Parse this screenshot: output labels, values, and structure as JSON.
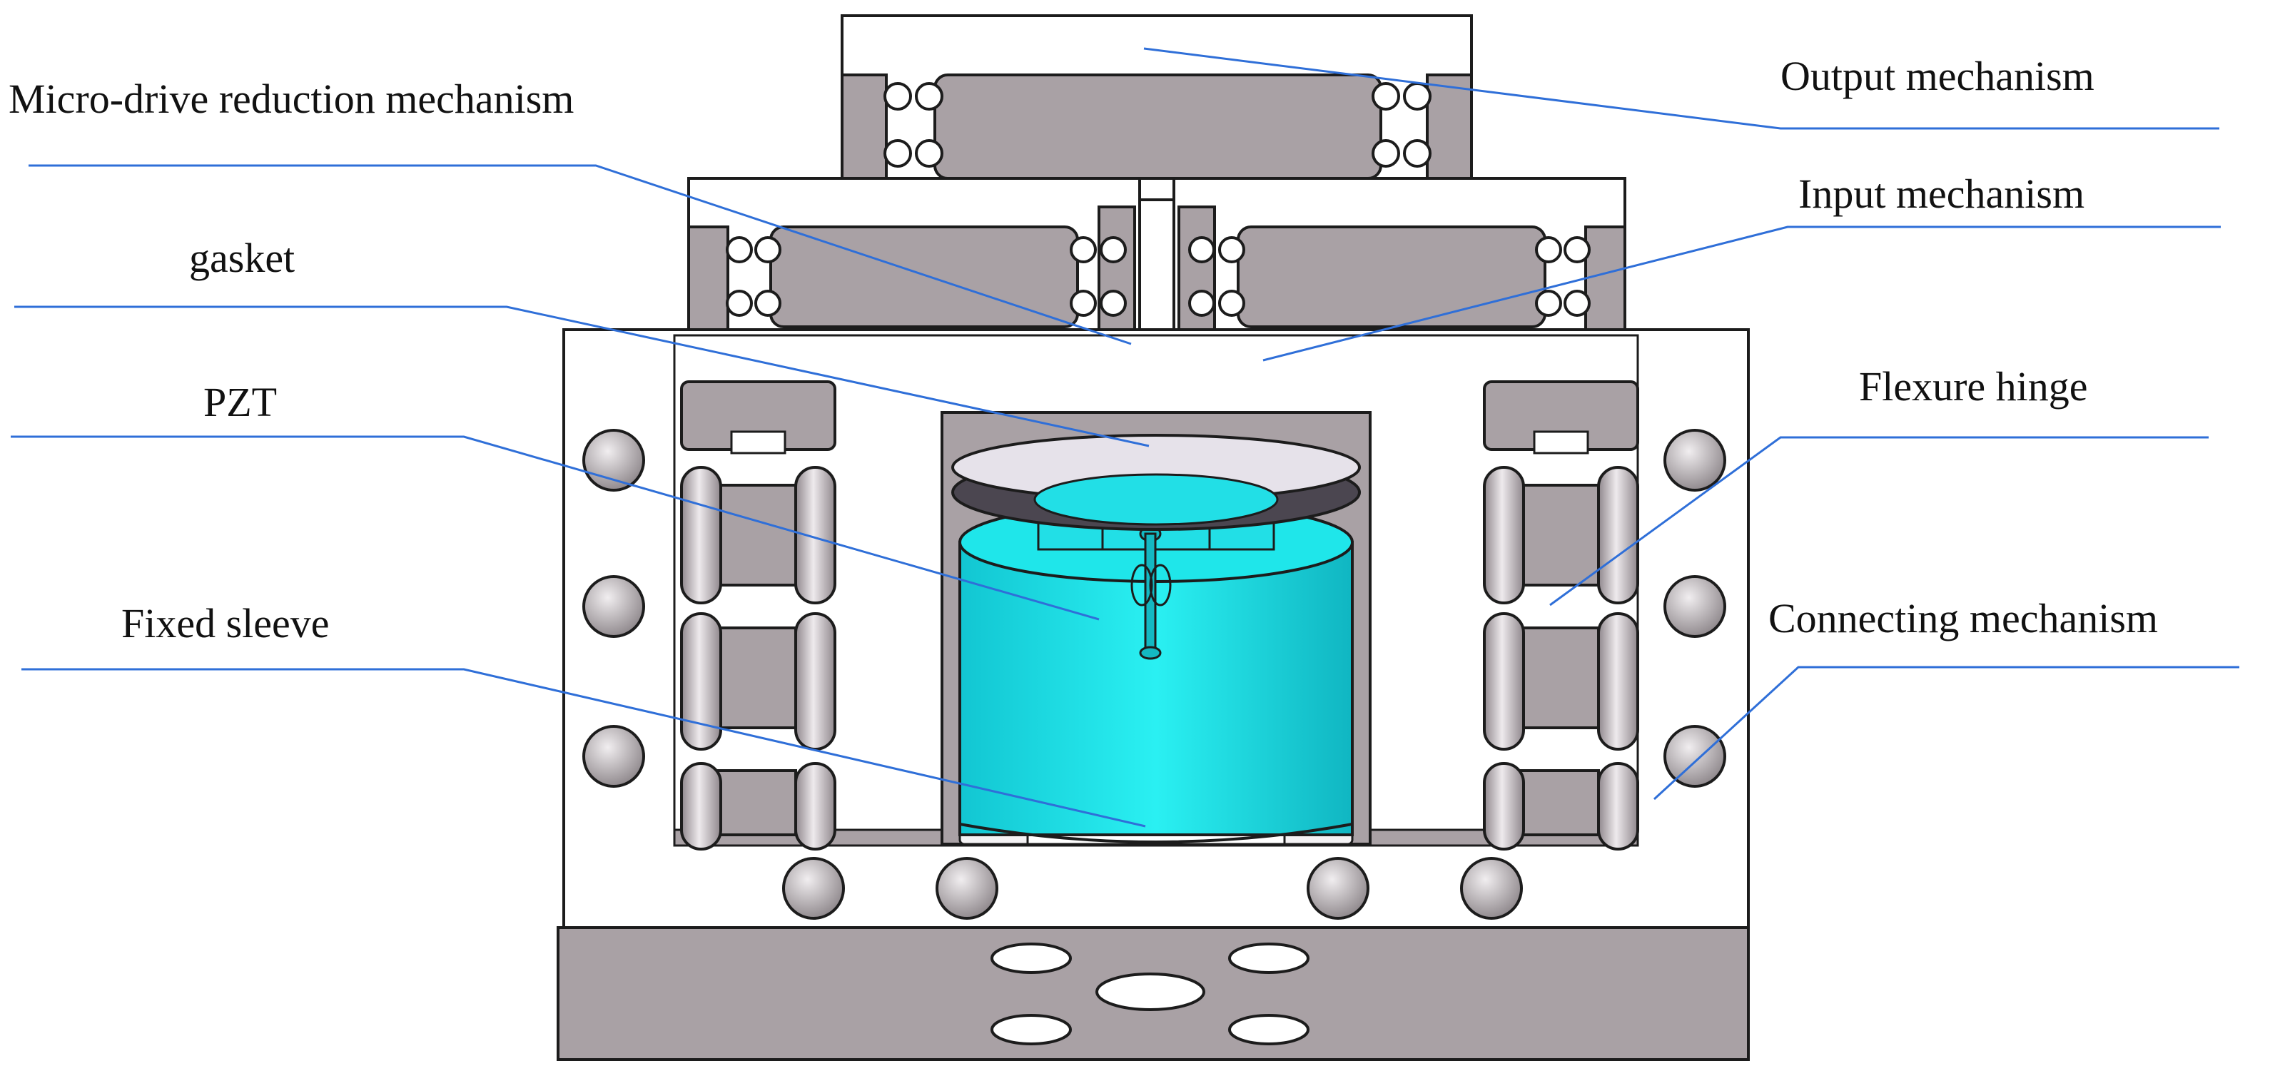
{
  "labels": {
    "output": "Output mechanism",
    "micro_drive": "Micro-drive reduction mechanism",
    "input": "Input mechanism",
    "gasket": "gasket",
    "flexure": "Flexure hinge",
    "pzt": "PZT",
    "connecting": "Connecting mechanism",
    "fixed_sleeve": "Fixed sleeve"
  },
  "colors": {
    "leader": "#2f6fd8",
    "body": "#ffffff",
    "metal": "#a9a1a5",
    "metal_dark": "#8e878b",
    "outline": "#1c1c1c",
    "pzt": "#1fe6ea",
    "pzt_dark": "#14b8c2",
    "gasket_top": "#e6e2ea",
    "gasket_ring": "#4b4650"
  }
}
